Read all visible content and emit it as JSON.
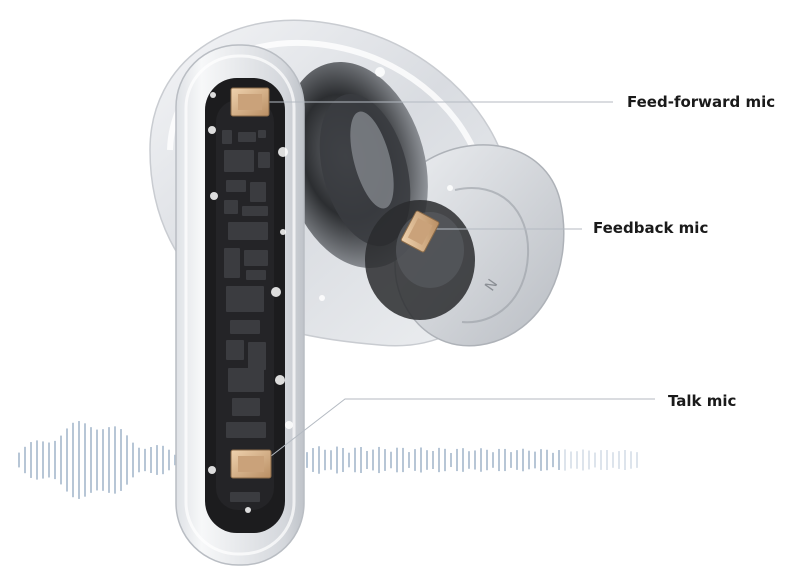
{
  "callouts": {
    "feed_forward": "Feed-forward mic",
    "feedback": "Feedback mic",
    "talk": "Talk mic"
  },
  "colors": {
    "wave": "#9fb3c8",
    "leader_line": "#b4bac2",
    "mic_gold": "#d8b48c",
    "board": "#1c1c1e",
    "shell": "#e8eaed"
  },
  "icons": [
    "earbud-illustration",
    "microphone-chip",
    "sound-wave"
  ]
}
